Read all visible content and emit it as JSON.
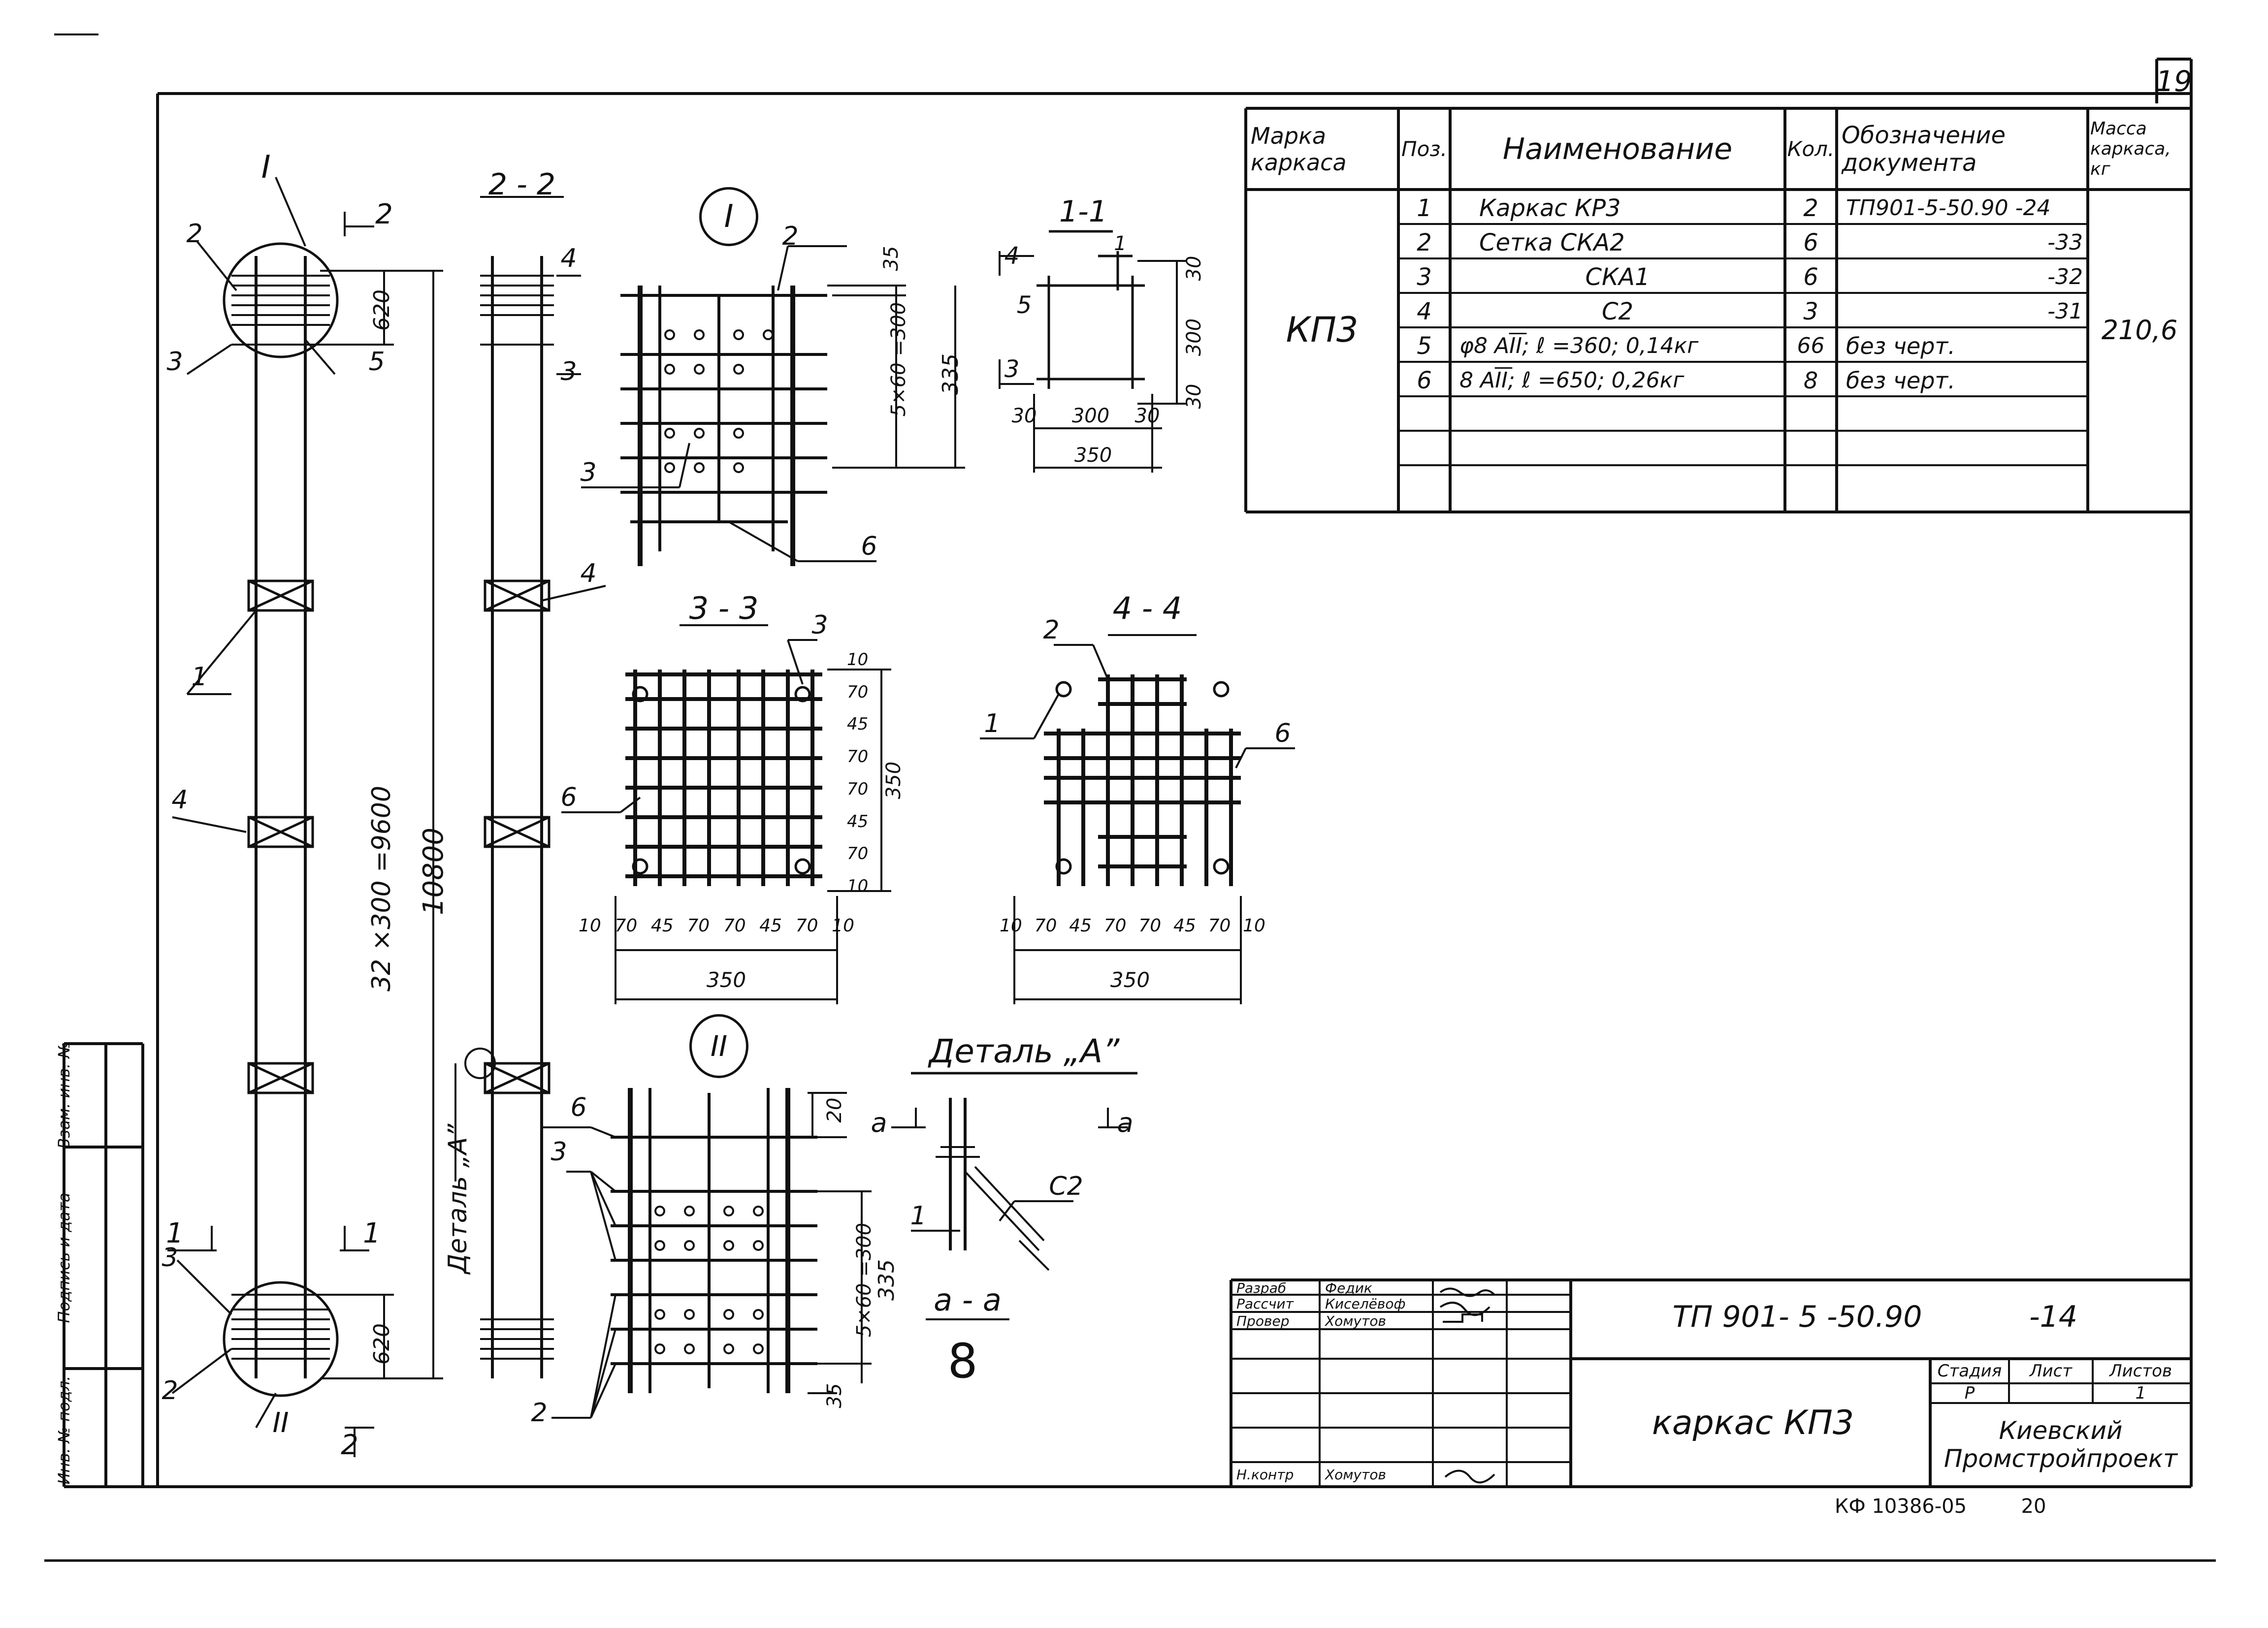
{
  "sheet_number": "19",
  "spec_table": {
    "headers": {
      "mark": "Марка каркаса",
      "pos": "Поз.",
      "name": "Наименование",
      "qty": "Кол.",
      "doc": "Обозначение документа",
      "mass": "Масса каркаса, кг"
    },
    "mark_value": "КП3",
    "mass_value": "210,6",
    "rows": [
      {
        "pos": "1",
        "name": "Каркас  КР3",
        "qty": "2",
        "doc": "ТП901-5-50.90 -24"
      },
      {
        "pos": "2",
        "name": "Сетка  СКА2",
        "qty": "6",
        "doc": "-33"
      },
      {
        "pos": "3",
        "name": "СКА1",
        "qty": "6",
        "doc": "-32"
      },
      {
        "pos": "4",
        "name": "С2",
        "qty": "3",
        "doc": "-31"
      },
      {
        "pos": "5",
        "name": "φ8 АI̅I̅;  ℓ =360;  0,14кг",
        "qty": "66",
        "doc": "без черт."
      },
      {
        "pos": "6",
        "name": "8 АI̅I̅;  ℓ =650;  0,26кг",
        "qty": "8",
        "doc": "без черт."
      }
    ]
  },
  "drawing": {
    "elevation_labels": {
      "circle_top": "I",
      "circle_bottom": "II",
      "dim_total": "10800",
      "dim_pitch": "32 ×300 =9600",
      "dim_620_top": "620",
      "dim_620_bottom": "620",
      "cut_2": "2",
      "cut_1": "1",
      "callout_1": "1",
      "callout_2": "2",
      "callout_3": "3",
      "callout_4": "4",
      "callout_5": "5",
      "detail_a_ref": "Деталь „А”"
    },
    "section_2_2": {
      "title": "2 - 2",
      "cut_3": "3",
      "cut_4": "4",
      "callout_4": "4"
    },
    "node_I": {
      "label": "I",
      "dim_35": "35",
      "dim_5x60": "5×60 =300",
      "dim_335": "335",
      "callout_2": "2",
      "callout_3": "3",
      "callout_6": "6"
    },
    "section_1_1": {
      "title": "1-1",
      "dim_30a": "30",
      "dim_300v": "300",
      "dim_30b": "30",
      "dim_30l": "30",
      "dim_300h": "300",
      "dim_30r": "30",
      "dim_350": "350",
      "callout_1": "1",
      "cut_4": "4",
      "cut_3": "3",
      "marker_5": "5"
    },
    "section_3_3": {
      "title": "3 - 3",
      "callout_3": "3",
      "callout_6": "6",
      "dims_v": [
        "10",
        "70",
        "45",
        "70",
        "70",
        "45",
        "70",
        "10"
      ],
      "dim_350": "350",
      "dims_h": [
        "10",
        "70",
        "45",
        "70",
        "70",
        "45",
        "70",
        "10"
      ],
      "dim_350h": "350"
    },
    "section_4_4": {
      "title": "4 - 4",
      "callout_1": "1",
      "callout_2": "2",
      "callout_6": "6",
      "dims_h": [
        "10",
        "70",
        "45",
        "70",
        "70",
        "45",
        "70",
        "10"
      ],
      "dim_350": "350"
    },
    "node_II": {
      "label": "II",
      "callout_6": "6",
      "callout_3": "3",
      "callout_2": "2",
      "dim_20": "20",
      "dim_5x60": "5×60 =300",
      "dim_335": "335",
      "dim_35": "35"
    },
    "detail_a": {
      "title": "Деталь „А”",
      "cut_a_left": "a",
      "cut_a_right": "a",
      "callout_1": "1",
      "callout_c2": "С2",
      "section_title": "a - a",
      "big_mark": "8"
    }
  },
  "title_block": {
    "roles": [
      {
        "role": "Разраб",
        "name": "Федик"
      },
      {
        "role": "Рассчит",
        "name": "Киселёвоф"
      },
      {
        "role": "Провер",
        "name": "Хомутов"
      },
      {
        "role": "",
        "name": ""
      },
      {
        "role": "",
        "name": ""
      },
      {
        "role": "",
        "name": ""
      },
      {
        "role": "Н.контр",
        "name": "Хомутов"
      }
    ],
    "doc_code": "ТП 901- 5 -50.90",
    "sheet_suffix": "-14",
    "title": "каркас   КП3",
    "stage_label": "Стадия",
    "sheet_label": "Лист",
    "sheets_label": "Листов",
    "stage_value": "Р",
    "sheets_value": "1",
    "org": "Киевский Промстройпроект"
  },
  "side_stamp": {
    "inv": "Инв. № подл.",
    "sign_date": "Подпись и дата",
    "replace": "Взам. инв. №"
  },
  "footer": {
    "code": "КФ 10386-05",
    "page": "20"
  }
}
